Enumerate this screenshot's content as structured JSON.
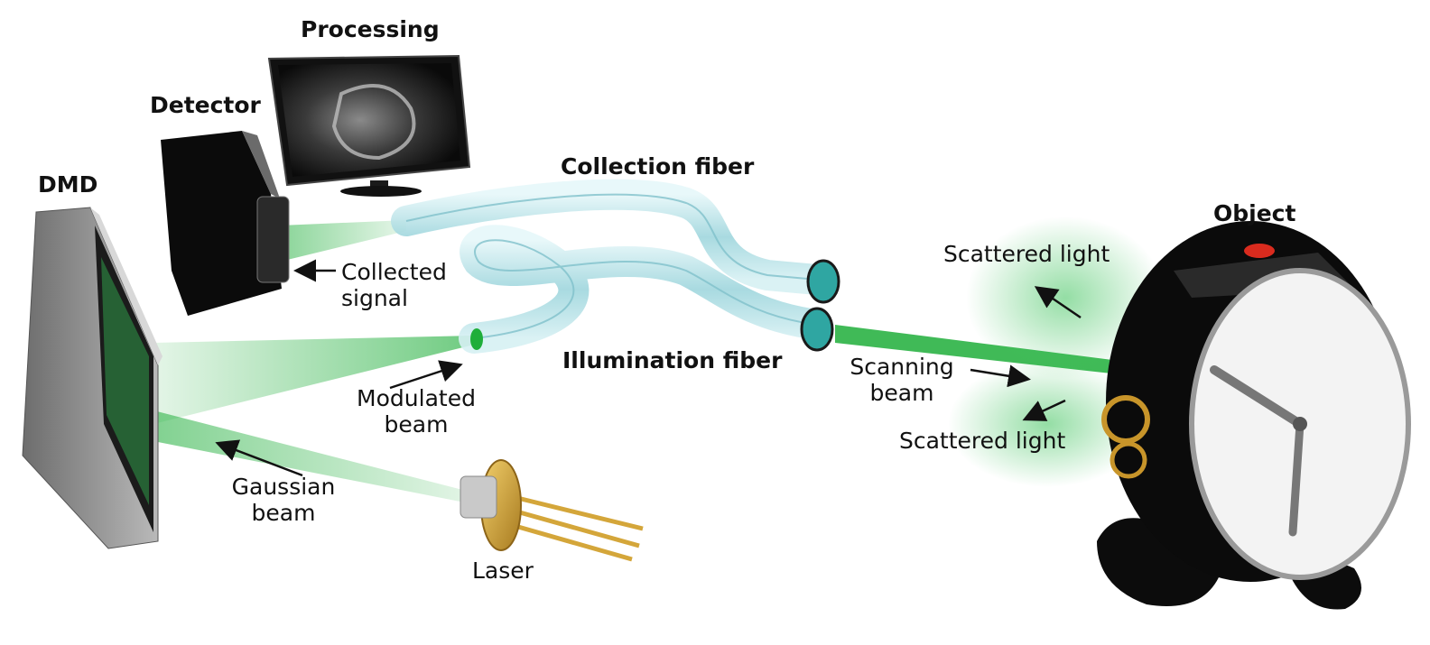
{
  "colors": {
    "beam_green": "#1fae3a",
    "glass": "#b5e3e8",
    "device_black": "#0b0b0b",
    "brass": "#d4a63a",
    "clock_red": "#d92b1e"
  },
  "components": {
    "processing": "Processing",
    "detector": "Detector",
    "dmd": "DMD",
    "collection_fiber": "Collection fiber",
    "illumination_fiber": "Illumination fiber",
    "object": "Object",
    "laser": "Laser"
  },
  "annotations": {
    "collected_signal": [
      "Collected",
      "signal"
    ],
    "modulated_beam": [
      "Modulated",
      "beam"
    ],
    "gaussian_beam": [
      "Gaussian",
      "beam"
    ],
    "scanning_beam": [
      "Scanning",
      "beam"
    ],
    "scattered_light_top": "Scattered light",
    "scattered_light_bottom": "Scattered light"
  },
  "icons": [
    "monitor-icon",
    "detector-camera-icon",
    "dmd-chip-icon",
    "optical-fiber-icon",
    "laser-diode-icon",
    "alarm-clock-icon"
  ]
}
